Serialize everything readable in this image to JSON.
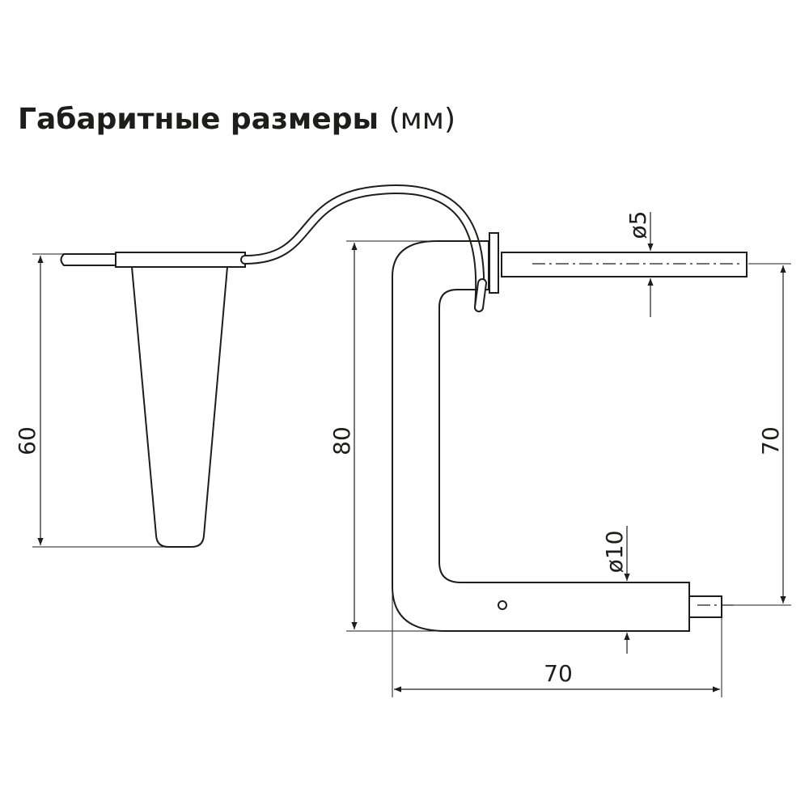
{
  "title": {
    "main": "Габаритные размеры",
    "unit": "(мм)"
  },
  "dimensions": {
    "cup_height": "60",
    "tube_height": "80",
    "offset_height": "70",
    "width": "70",
    "small_diameter": "ø5",
    "large_diameter": "ø10"
  },
  "colors": {
    "line": "#1d1d1b",
    "background": "#ffffff"
  }
}
